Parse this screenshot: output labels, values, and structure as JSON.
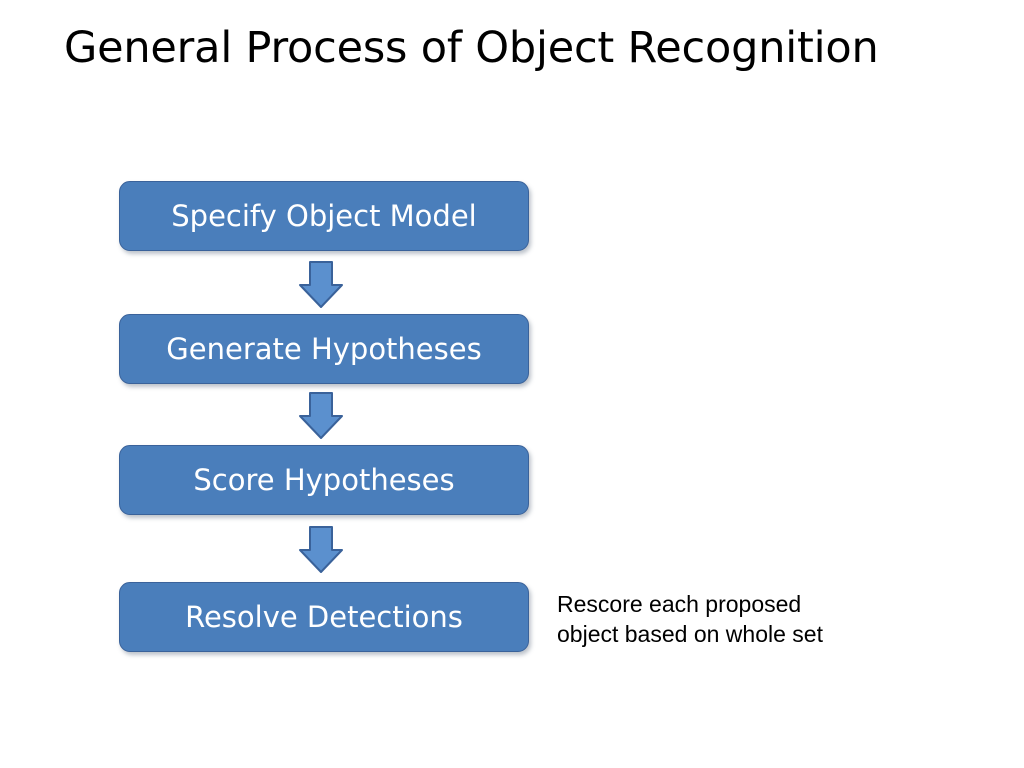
{
  "slide": {
    "title": "General Process of Object Recognition",
    "background_color": "#ffffff"
  },
  "theme": {
    "box_fill": "#4a7ebb",
    "box_border": "#3a629a",
    "box_text": "#ffffff",
    "arrow_fill": "#5b90ce",
    "arrow_border": "#3a629a",
    "title_color": "#000000",
    "annotation_color": "#000000"
  },
  "flow": {
    "steps": [
      {
        "label": "Specify Object Model"
      },
      {
        "label": "Generate Hypotheses"
      },
      {
        "label": "Score Hypotheses"
      },
      {
        "label": "Resolve Detections"
      }
    ],
    "connectors": [
      {
        "icon": "arrow-down-icon"
      },
      {
        "icon": "arrow-down-icon"
      },
      {
        "icon": "arrow-down-icon"
      }
    ]
  },
  "annotation": {
    "line1": "Rescore each proposed",
    "line2": "object based on whole set"
  }
}
